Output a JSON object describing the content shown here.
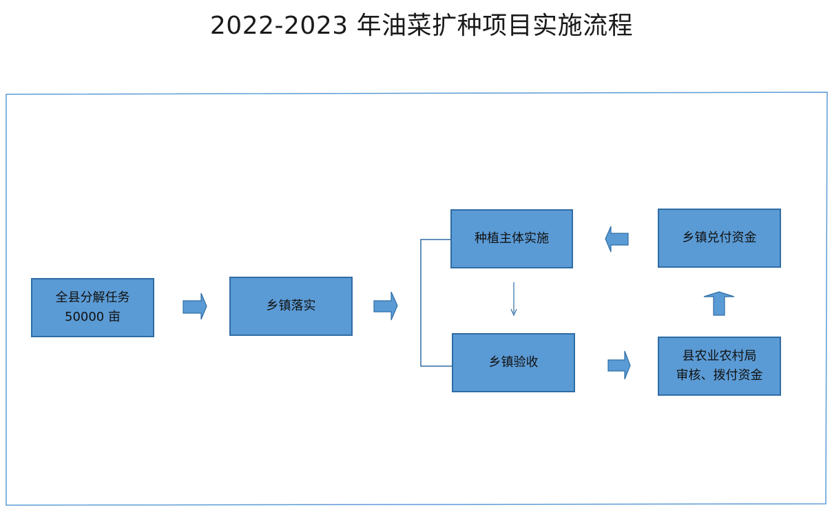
{
  "title": "2022-2023 年油菜扩种项目实施流程",
  "nodes": {
    "county_task": {
      "line1": "全县分解任务",
      "line2": "50000 亩"
    },
    "township_implement": {
      "label": "乡镇落实"
    },
    "planting_entity": {
      "label": "种植主体实施"
    },
    "township_inspect": {
      "label": "乡镇验收"
    },
    "township_pay": {
      "label": "乡镇兑付资金"
    },
    "county_bureau": {
      "line1": "县农业农村局",
      "line2": "审核、拨付资金"
    }
  },
  "colors": {
    "node_fill": "#5b9bd5",
    "node_border": "#2e6ca4",
    "frame_border": "#5b9bd5",
    "arrow_fill": "#5b9bd5",
    "arrow_stroke": "#2e6ca4"
  }
}
